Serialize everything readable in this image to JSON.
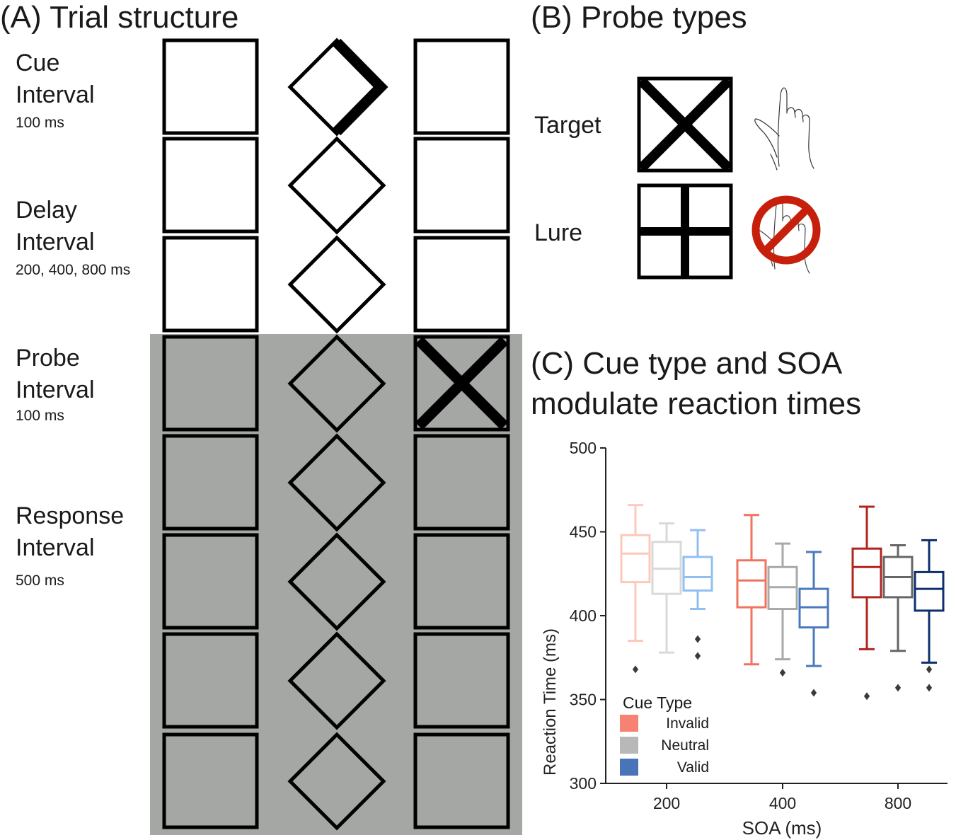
{
  "panelA": {
    "title": "(A) Trial structure",
    "rows": [
      {
        "label1": "Cue",
        "label2": "Interval",
        "sub": "100 ms"
      },
      {
        "label1": "Delay",
        "label2": "Interval",
        "sub": "200, 400, 800 ms"
      },
      {
        "label1": "Probe",
        "label2": "Interval",
        "sub": "100 ms"
      },
      {
        "label1": "Response",
        "label2": "Interval",
        "sub": "500 ms"
      }
    ]
  },
  "panelB": {
    "title": "(B) Probe types",
    "target_label": "Target",
    "lure_label": "Lure",
    "target_icon": "pointing-hand-icon",
    "lure_icon": "no-response-icon"
  },
  "panelC": {
    "title_line1": "(C) Cue type and SOA",
    "title_line2": "modulate reaction times"
  },
  "chart_data": {
    "type": "box",
    "title": "(C) Cue type and SOA modulate reaction times",
    "xlabel": "SOA (ms)",
    "ylabel": "Reaction Time (ms)",
    "ylim": [
      300,
      500
    ],
    "yticks": [
      300,
      350,
      400,
      450,
      500
    ],
    "categories": [
      "200",
      "400",
      "800"
    ],
    "legend": {
      "title": "Cue Type",
      "position": "lower-left"
    },
    "series": [
      {
        "name": "Invalid",
        "swatch": "#f88272",
        "colors": [
          "#fcc9bb",
          "#f0735f",
          "#b2251f"
        ],
        "boxes": [
          {
            "whisker_low": 385,
            "q1": 420,
            "median": 437,
            "q3": 448,
            "whisker_high": 466,
            "outliers": [
              368
            ]
          },
          {
            "whisker_low": 371,
            "q1": 405,
            "median": 421,
            "q3": 433,
            "whisker_high": 460,
            "outliers": []
          },
          {
            "whisker_low": 380,
            "q1": 411,
            "median": 429,
            "q3": 440,
            "whisker_high": 465,
            "outliers": [
              352
            ]
          }
        ]
      },
      {
        "name": "Neutral",
        "swatch": "#b8b8b8",
        "colors": [
          "#d9d9d9",
          "#a9a9a9",
          "#666666"
        ],
        "boxes": [
          {
            "whisker_low": 378,
            "q1": 413,
            "median": 428,
            "q3": 444,
            "whisker_high": 455,
            "outliers": []
          },
          {
            "whisker_low": 374,
            "q1": 404,
            "median": 417,
            "q3": 429,
            "whisker_high": 443,
            "outliers": [
              366
            ]
          },
          {
            "whisker_low": 379,
            "q1": 411,
            "median": 423,
            "q3": 435,
            "whisker_high": 442,
            "outliers": [
              357
            ]
          }
        ]
      },
      {
        "name": "Valid",
        "swatch": "#4a74b8",
        "colors": [
          "#92bff2",
          "#4b79be",
          "#0d2f6c"
        ],
        "boxes": [
          {
            "whisker_low": 404,
            "q1": 415,
            "median": 423,
            "q3": 435,
            "whisker_high": 451,
            "outliers": [
              376,
              386
            ]
          },
          {
            "whisker_low": 370,
            "q1": 393,
            "median": 405,
            "q3": 416,
            "whisker_high": 438,
            "outliers": [
              354
            ]
          },
          {
            "whisker_low": 372,
            "q1": 403,
            "median": 416,
            "q3": 426,
            "whisker_high": 445,
            "outliers": [
              357,
              368
            ]
          }
        ]
      }
    ]
  }
}
